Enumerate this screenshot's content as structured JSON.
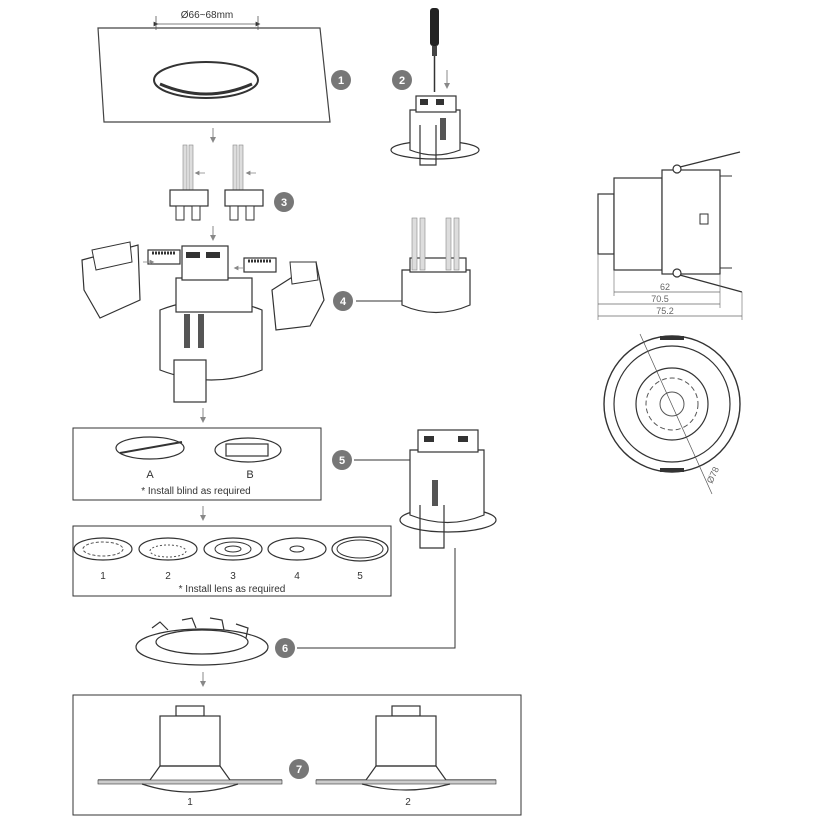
{
  "steps": [
    {
      "number": "1"
    },
    {
      "number": "2"
    },
    {
      "number": "3"
    },
    {
      "number": "4"
    },
    {
      "number": "5"
    },
    {
      "number": "6"
    },
    {
      "number": "7"
    }
  ],
  "cutout_dimension": "Ø66~68mm",
  "blinds": {
    "a_label": "A",
    "b_label": "B",
    "note": "* Install blind as required"
  },
  "lenses": {
    "labels": [
      "1",
      "2",
      "3",
      "4",
      "5"
    ],
    "note": "* Install lens as required"
  },
  "mounting": {
    "labels": [
      "1",
      "2"
    ]
  },
  "side_view_dims": {
    "d1": "62",
    "d2": "70.5",
    "d3": "75.2"
  },
  "front_view_dim": "Ø78",
  "colors": {
    "line": "#333333",
    "step_badge": "#777777",
    "arrow": "#888888"
  }
}
